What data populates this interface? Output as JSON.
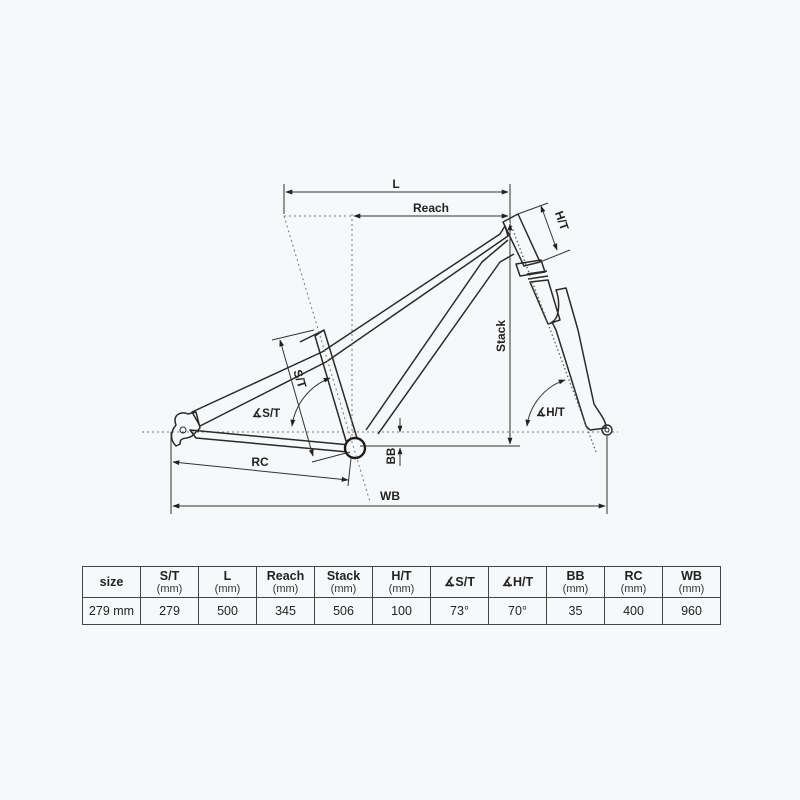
{
  "diagram": {
    "labels": {
      "L": "L",
      "reach": "Reach",
      "ht": "H/T",
      "stack": "Stack",
      "st": "S/T",
      "st_angle": "∡S/T",
      "ht_angle": "∡H/T",
      "rc": "RC",
      "bb": "BB",
      "wb": "WB"
    },
    "colors": {
      "background": "#f6f8fa",
      "line": "#2a2a2a",
      "dotted": "#777777"
    }
  },
  "table": {
    "headers": [
      {
        "label": "size",
        "unit": ""
      },
      {
        "label": "S/T",
        "unit": "(mm)"
      },
      {
        "label": "L",
        "unit": "(mm)"
      },
      {
        "label": "Reach",
        "unit": "(mm)"
      },
      {
        "label": "Stack",
        "unit": "(mm)"
      },
      {
        "label": "H/T",
        "unit": "(mm)"
      },
      {
        "label": "∡S/T",
        "unit": ""
      },
      {
        "label": "∡H/T",
        "unit": ""
      },
      {
        "label": "BB",
        "unit": "(mm)"
      },
      {
        "label": "RC",
        "unit": "(mm)"
      },
      {
        "label": "WB",
        "unit": "(mm)"
      }
    ],
    "rows": [
      [
        "279 mm",
        "279",
        "500",
        "345",
        "506",
        "100",
        "73°",
        "70°",
        "35",
        "400",
        "960"
      ]
    ]
  }
}
